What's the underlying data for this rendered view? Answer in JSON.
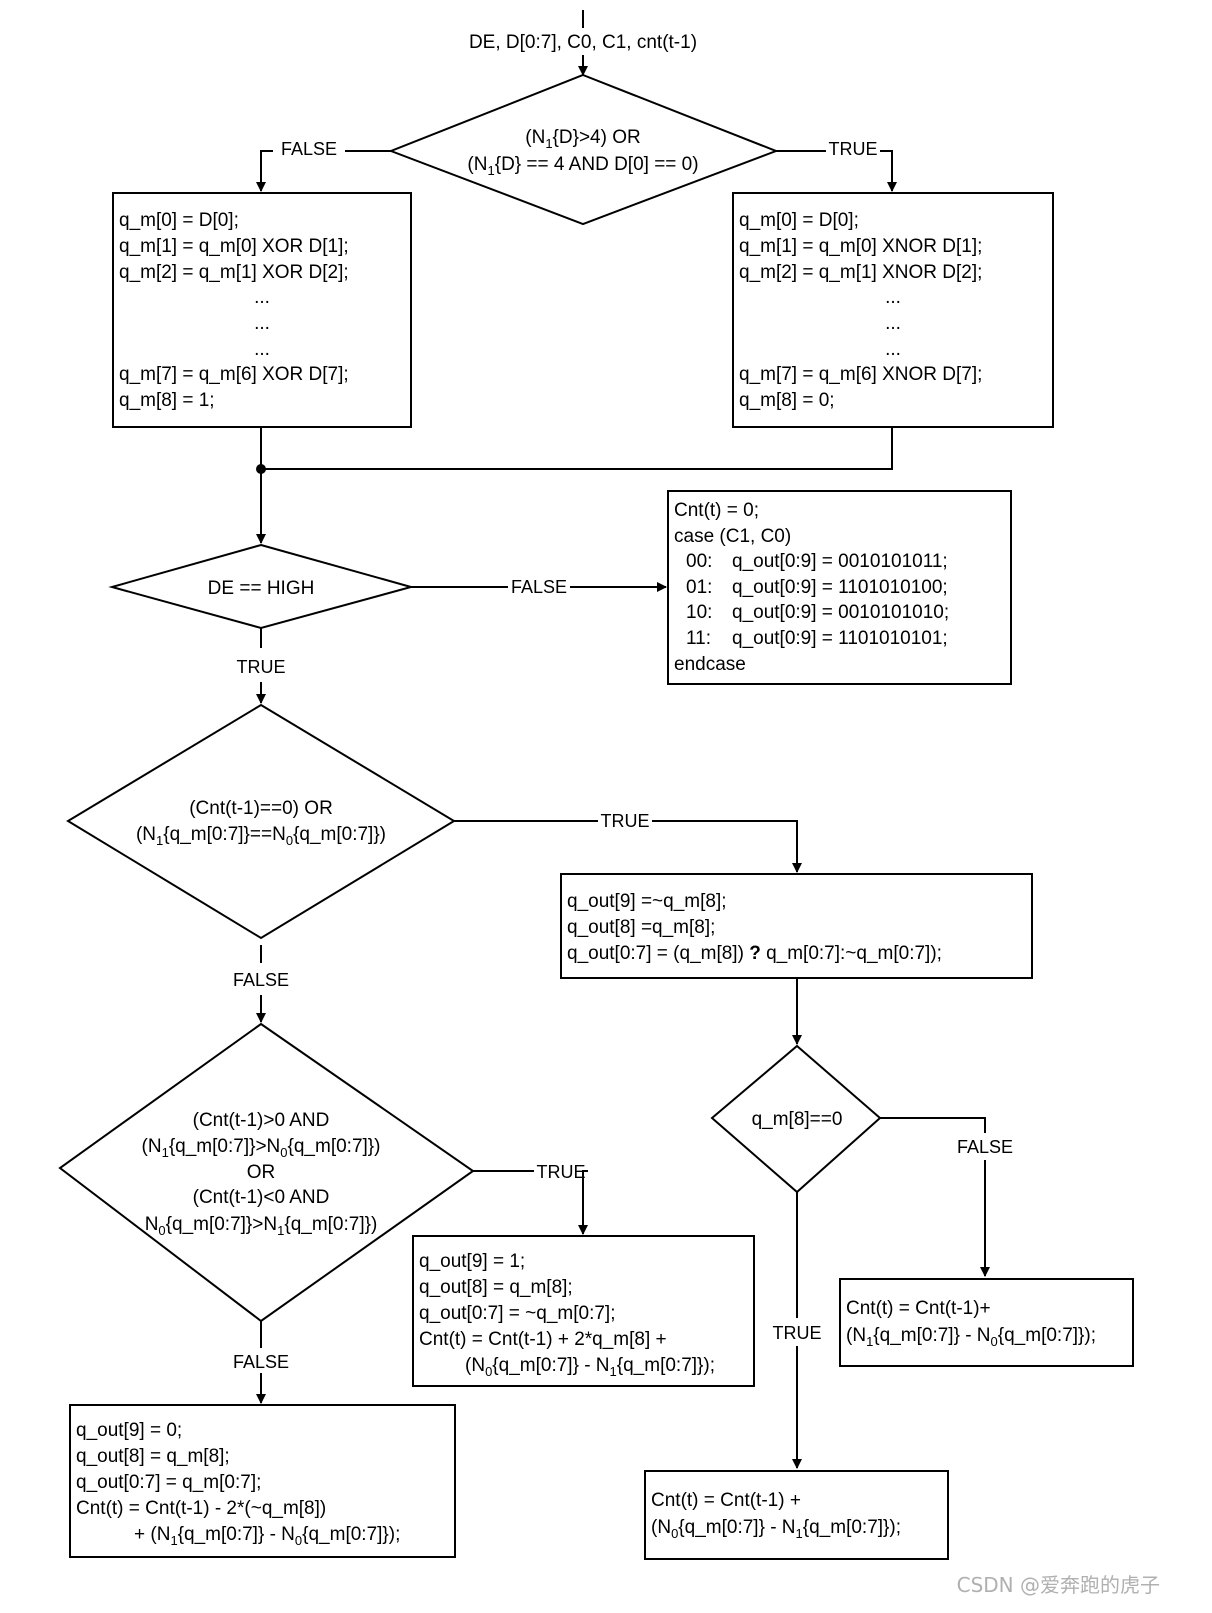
{
  "start": {
    "label": "DE, D[0:7], C0, C1, cnt(t-1)"
  },
  "decision1": {
    "line1": "(N1{D}>4) OR",
    "line2": "(N1{D} == 4 AND D[0] == 0)",
    "false_label": "FALSE",
    "true_label": "TRUE"
  },
  "box_xor": {
    "lines": [
      "q_m[0] = D[0];",
      "q_m[1] = q_m[0] XOR D[1];",
      "q_m[2] = q_m[1] XOR D[2];",
      "...",
      "...",
      "...",
      "q_m[7] = q_m[6] XOR D[7];",
      "q_m[8] = 1;"
    ]
  },
  "box_xnor": {
    "lines": [
      "q_m[0] = D[0];",
      "q_m[1] = q_m[0] XNOR D[1];",
      "q_m[2] = q_m[1] XNOR D[2];",
      "...",
      "...",
      "...",
      "q_m[7] = q_m[6] XNOR D[7];",
      "q_m[8] = 0;"
    ]
  },
  "decision_de": {
    "text": "DE == HIGH",
    "false_label": "FALSE",
    "true_label": "TRUE"
  },
  "box_control": {
    "lines": [
      "Cnt(t) = 0;",
      "case (C1, C0)",
      "00:",
      "q_out[0:9] = 0010101011;",
      "01:",
      "q_out[0:9] = 1101010100;",
      "10:",
      "q_out[0:9] = 0010101010;",
      "11:",
      "q_out[0:9] = 1101010101;",
      "endcase"
    ]
  },
  "decision_cnt": {
    "line1": "(Cnt(t-1)==0) OR",
    "line2": "(N1{q_m[0:7]}==N0{q_m[0:7]})",
    "true_label": "TRUE",
    "false_label": "FALSE"
  },
  "box_zero": {
    "line1": "q_out[9] =~q_m[8];",
    "line2": "q_out[8] =q_m[8];",
    "line3a": "q_out[0:7] = (q_m[8]) ",
    "line3b": "?",
    "line3c": " q_m[0:7]:~q_m[0:7]);"
  },
  "decision_qm8": {
    "text": "q_m[8]==0",
    "false_label": "FALSE",
    "true_label": "TRUE"
  },
  "box_qm8_false": {
    "line1": "Cnt(t) = Cnt(t-1)+",
    "line2": "(N1{q_m[0:7]} - N0{q_m[0:7]});"
  },
  "box_qm8_true": {
    "line1": "Cnt(t) = Cnt(t-1) +",
    "line2": "(N0{q_m[0:7]} - N1{q_m[0:7]});"
  },
  "decision_sign": {
    "line1": "(Cnt(t-1)>0 AND",
    "line2": "(N1{q_m[0:7]}>N0{q_m[0:7]})",
    "line3": "OR",
    "line4": "(Cnt(t-1)<0 AND",
    "line5": "N0{q_m[0:7]}>N1{q_m[0:7]})",
    "true_label": "TRUE",
    "false_label": "FALSE"
  },
  "box_invert": {
    "line1": "q_out[9] = 1;",
    "line2": "q_out[8] = q_m[8];",
    "line3": "q_out[0:7] = ~q_m[0:7];",
    "line4": "Cnt(t) = Cnt(t-1) + 2*q_m[8] +",
    "line5": "(N0{q_m[0:7]} - N1{q_m[0:7]});"
  },
  "box_noninvert": {
    "line1": "q_out[9] = 0;",
    "line2": "q_out[8] = q_m[8];",
    "line3": "q_out[0:7] = q_m[0:7];",
    "line4": "Cnt(t) = Cnt(t-1) - 2*(~q_m[8])",
    "line5": "+ (N1{q_m[0:7]} - N0{q_m[0:7]});"
  },
  "watermark": "CSDN @爱奔跑的虎子"
}
